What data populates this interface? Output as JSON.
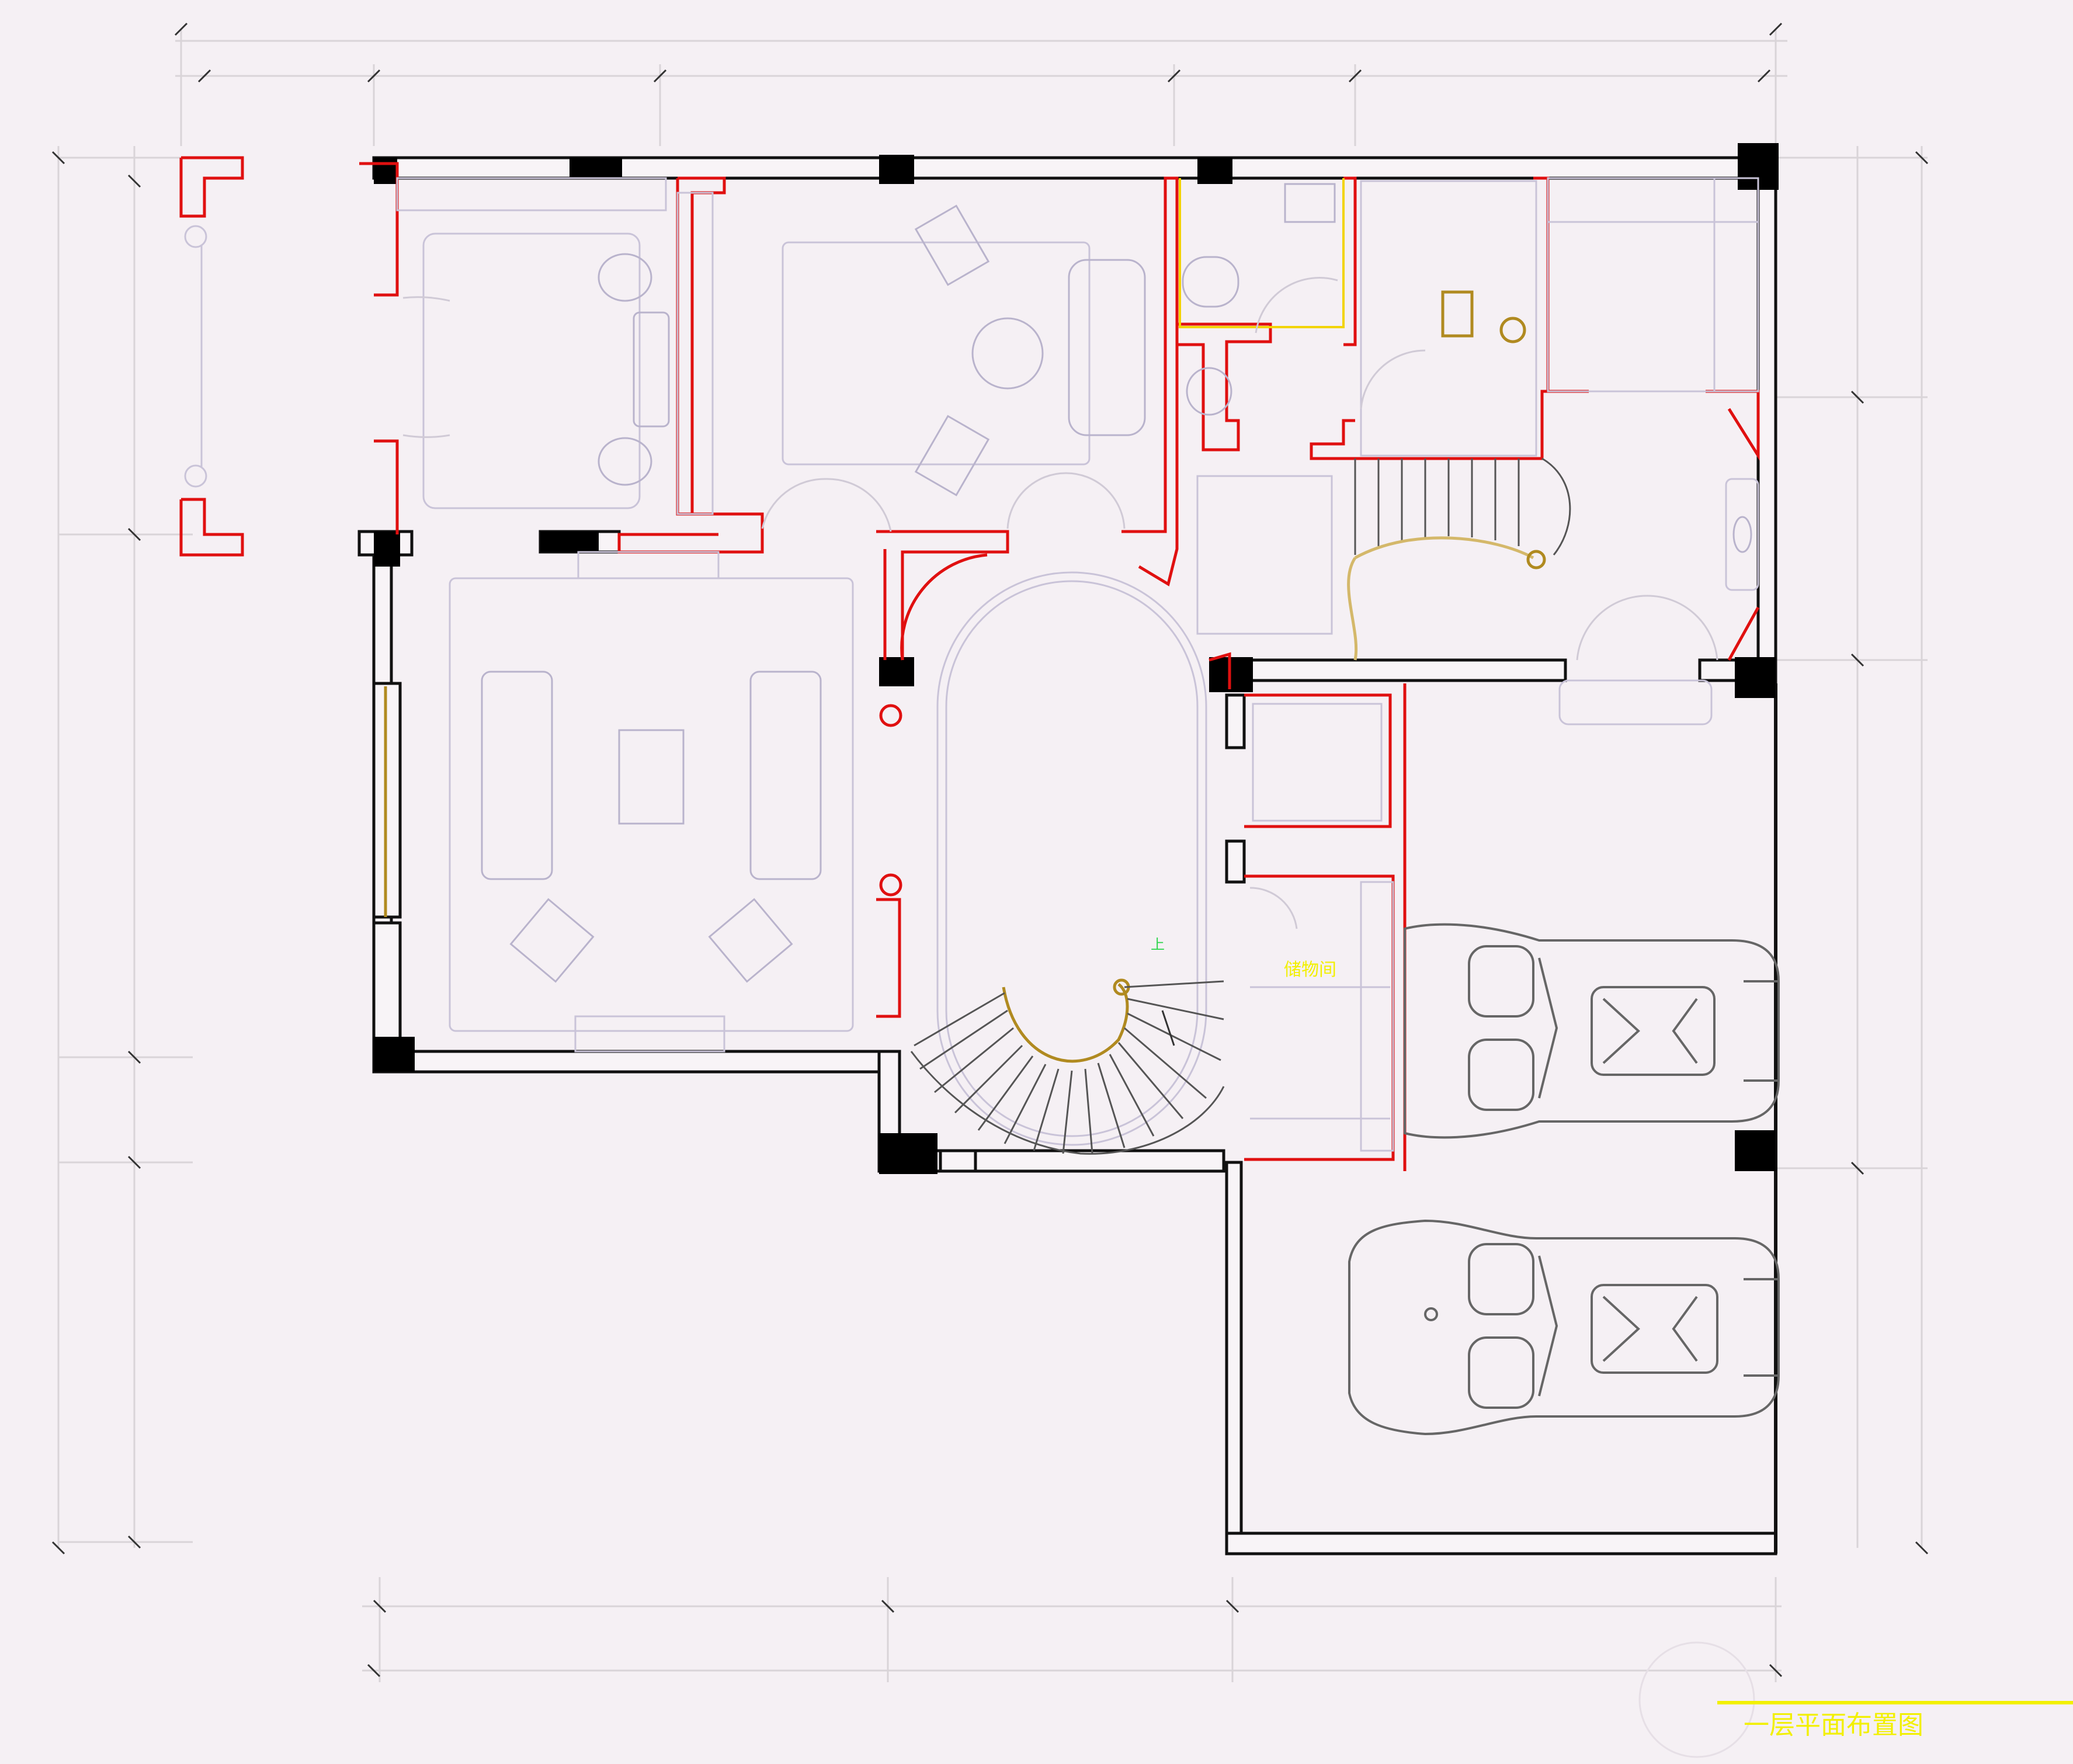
{
  "drawing": {
    "title": "一层平面布置图",
    "room_label_storage": "储物间",
    "stair_up_label": "上"
  },
  "colors": {
    "background": "#f5f0f4",
    "wall": "#111111",
    "new_wall": "#e01010",
    "label": "#f2f000",
    "furniture": "#c9c3d8",
    "stair_rail": "#b08a20"
  },
  "icons": [
    "north-circle-icon",
    "car-icon",
    "sofa-icon",
    "toilet-icon",
    "sink-icon",
    "bed-icon",
    "spiral-stair-icon",
    "straight-stair-icon"
  ]
}
